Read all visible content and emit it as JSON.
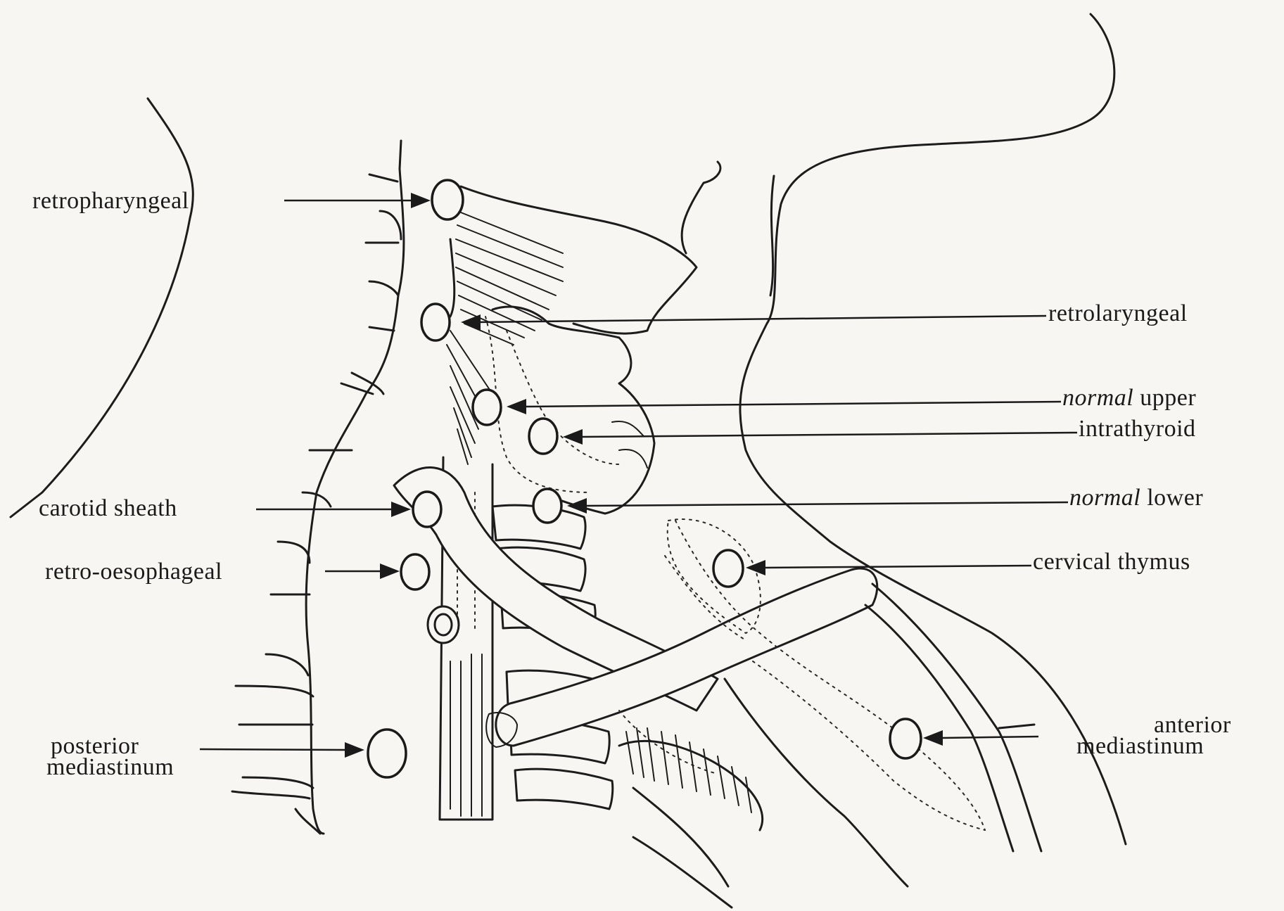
{
  "labels": {
    "retropharyngeal": "retropharyngeal",
    "retrolaryngeal": "retrolaryngeal",
    "normal_upper_italic": "normal",
    "normal_upper_rest": " upper",
    "intrathyroid": "intrathyroid",
    "carotid_sheath": "carotid sheath",
    "normal_lower_italic": "normal",
    "normal_lower_rest": " lower",
    "retro_oesophageal": "retro-oesophageal",
    "cervical_thymus": "cervical thymus",
    "posterior_line1": "posterior",
    "posterior_line2": "mediastinum",
    "anterior_line1": "anterior",
    "anterior_line2": "mediastinum"
  }
}
